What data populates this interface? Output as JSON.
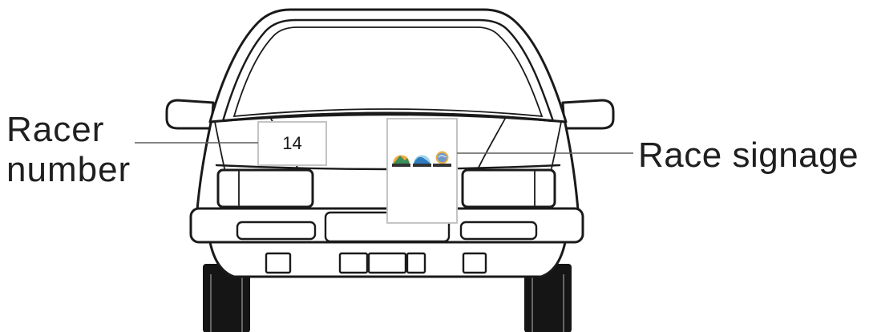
{
  "diagram": {
    "labels": {
      "racer_number": {
        "line1": "Racer",
        "line2": "number"
      },
      "race_signage": "Race signage"
    },
    "racer_number_placard": {
      "value": "14"
    },
    "race_signage_panel": {
      "logos": [
        "sunset-mountain-logo-icon",
        "wave-logo-icon",
        "globe-logo-icon"
      ]
    }
  },
  "colors": {
    "outline": "#1a1a1a",
    "leader_line": "#5f5f5f",
    "panel_border": "#c4c4c4",
    "wheel": "#151515"
  }
}
